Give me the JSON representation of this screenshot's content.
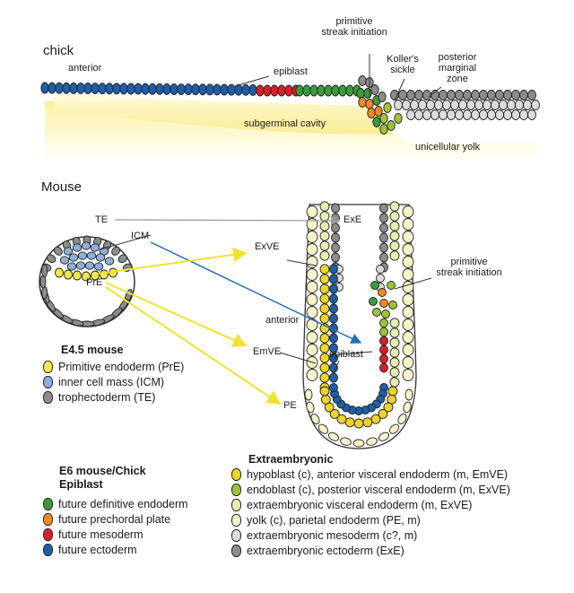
{
  "chick": {
    "title": "chick",
    "labels": {
      "anterior": "anterior",
      "epiblast": "epiblast",
      "streak": "primitive\nstreak initiation",
      "koller": "Koller's\nsickle",
      "posterior": "posterior\nmarginal\nzone",
      "cavity": "subgerminal cavity",
      "yolk": "unicellular yolk"
    }
  },
  "mouse": {
    "title": "Mouse",
    "labels": {
      "te": "TE",
      "icm": "ICM",
      "pre": "PrE",
      "exe": "ExE",
      "exve": "ExVE",
      "streak": "primitive\nstreak initiation",
      "anterior": "anterior",
      "emve": "EmVE",
      "epiblast": "epiblast",
      "pe": "PE"
    }
  },
  "legend_e45": {
    "heading": "E4.5 mouse",
    "items": [
      {
        "label": "Primitive endoderm (PrE)",
        "color": "#f2e84a"
      },
      {
        "label": "inner cell mass (ICM)",
        "color": "#8eaedb"
      },
      {
        "label": "trophectoderm (TE)",
        "color": "#8c8c8c"
      }
    ]
  },
  "legend_e6": {
    "heading": "E6 mouse/Chick\nEpiblast",
    "items": [
      {
        "label": "future definitive endoderm",
        "color": "#3c9a3c"
      },
      {
        "label": "future prechordal plate",
        "color": "#f08a24"
      },
      {
        "label": "future mesoderm",
        "color": "#d8202a"
      },
      {
        "label": "future ectoderm",
        "color": "#1f5ea8"
      }
    ]
  },
  "legend_extra": {
    "heading": "Extraembryonic",
    "items": [
      {
        "label": "hypoblast (c), anterior visceral endoderm (m, EmVE)",
        "color": "#ecd42a"
      },
      {
        "label": "endoblast (c), posterior visceral endoderm (m, ExVE)",
        "color": "#9cc43a"
      },
      {
        "label": "extraembryonic visceral endoderm (m, ExVE)",
        "color": "#e8eeb0"
      },
      {
        "label": "yolk (c), parietal endoderm (PE, m)",
        "color": "#faf2c8"
      },
      {
        "label": "extraembryonic mesoderm (c?, m)",
        "color": "#dcdcdc"
      },
      {
        "label": "extraembryonic ectoderm (ExE)",
        "color": "#8c8c8c"
      }
    ]
  }
}
